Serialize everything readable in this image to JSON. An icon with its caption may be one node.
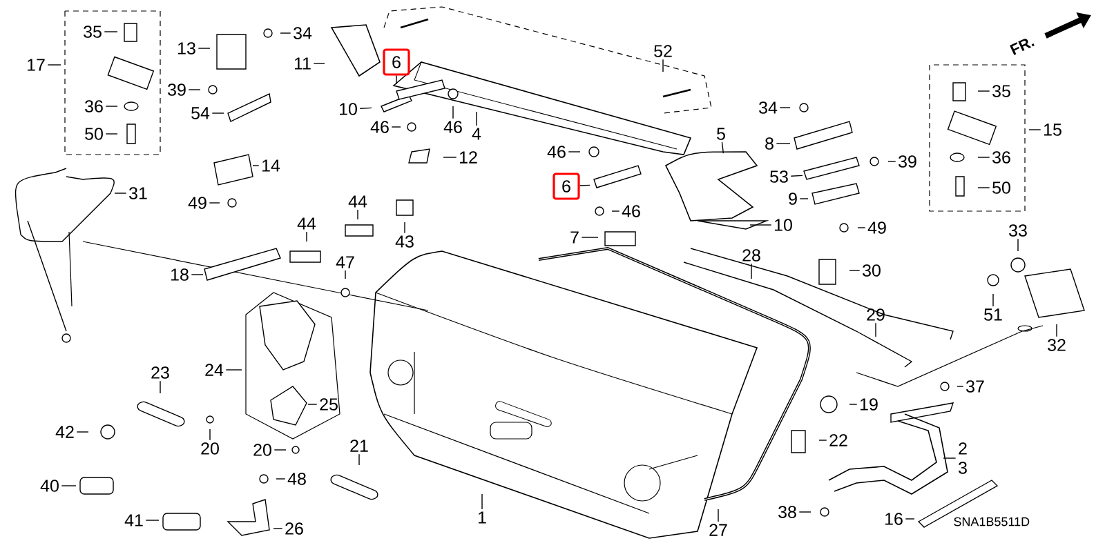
{
  "diagram": {
    "nodes": [
      {
        "text": [
          "35"
        ]
      },
      {
        "text": [
          "13"
        ]
      },
      {
        "text": [
          "34"
        ]
      },
      {
        "text": [
          "6"
        ]
      },
      {
        "text": [
          "11"
        ]
      },
      {
        "text": [
          "52"
        ]
      },
      {
        "text": [
          "17"
        ]
      },
      {
        "text": [
          "39"
        ]
      },
      {
        "text": [
          "36"
        ]
      },
      {
        "text": [
          "10"
        ]
      },
      {
        "text": [
          "54"
        ]
      },
      {
        "text": [
          "50"
        ]
      },
      {
        "text": [
          "46"
        ]
      },
      {
        "text": [
          "46"
        ]
      },
      {
        "text": [
          "4"
        ]
      },
      {
        "text": [
          "34"
        ]
      },
      {
        "text": [
          "35"
        ]
      },
      {
        "text": [
          "15"
        ]
      },
      {
        "text": [
          "5"
        ]
      },
      {
        "text": [
          "8"
        ]
      },
      {
        "text": [
          "46"
        ]
      },
      {
        "text": [
          "12"
        ]
      },
      {
        "text": [
          "36"
        ]
      },
      {
        "text": [
          "39"
        ]
      },
      {
        "text": [
          "14"
        ]
      },
      {
        "text": [
          "53"
        ]
      },
      {
        "text": [
          "6"
        ]
      },
      {
        "text": [
          "50"
        ]
      },
      {
        "text": [
          "31"
        ]
      },
      {
        "text": [
          "9"
        ]
      },
      {
        "text": [
          "44"
        ]
      },
      {
        "text": [
          "49"
        ]
      },
      {
        "text": [
          "46"
        ]
      },
      {
        "text": [
          "44"
        ]
      },
      {
        "text": [
          "10"
        ]
      },
      {
        "text": [
          "49"
        ]
      },
      {
        "text": [
          "33"
        ]
      },
      {
        "text": [
          "7"
        ]
      },
      {
        "text": [
          "43"
        ]
      },
      {
        "text": [
          "28"
        ]
      },
      {
        "text": [
          "47"
        ]
      },
      {
        "text": [
          "30"
        ]
      },
      {
        "text": [
          "18"
        ]
      },
      {
        "text": [
          "51"
        ]
      },
      {
        "text": [
          "29"
        ]
      },
      {
        "text": [
          "32"
        ]
      },
      {
        "text": [
          "24"
        ]
      },
      {
        "text": [
          "23"
        ]
      },
      {
        "text": [
          "37"
        ]
      },
      {
        "text": [
          "19"
        ]
      },
      {
        "text": [
          "25"
        ]
      },
      {
        "text": [
          "42"
        ]
      },
      {
        "text": [
          "22"
        ]
      },
      {
        "text": [
          "21"
        ]
      },
      {
        "text": [
          "20"
        ]
      },
      {
        "text": [
          "20"
        ]
      },
      {
        "text": [
          "2",
          "3"
        ]
      },
      {
        "text": [
          "48"
        ]
      },
      {
        "text": [
          "40"
        ]
      },
      {
        "text": [
          "1"
        ]
      },
      {
        "text": [
          "38"
        ]
      },
      {
        "text": [
          "16"
        ]
      },
      {
        "text": [
          "41"
        ]
      },
      {
        "text": [
          "26"
        ]
      },
      {
        "text": [
          "27"
        ]
      }
    ],
    "edges": [
      {
        "from": 0,
        "to": null,
        "arrow": "none"
      },
      {
        "from": 1,
        "to": null,
        "arrow": "none"
      },
      {
        "from": 2,
        "to": null,
        "arrow": "none"
      },
      {
        "from": 3,
        "to": null,
        "arrow": "none"
      },
      {
        "from": 4,
        "to": null,
        "arrow": "none"
      },
      {
        "from": 5,
        "to": null,
        "arrow": "none"
      },
      {
        "from": 6,
        "to": null,
        "arrow": "none"
      },
      {
        "from": 7,
        "to": null,
        "arrow": "none"
      },
      {
        "from": 8,
        "to": null,
        "arrow": "none"
      },
      {
        "from": 9,
        "to": null,
        "arrow": "none"
      },
      {
        "from": 10,
        "to": null,
        "arrow": "none"
      },
      {
        "from": 11,
        "to": null,
        "arrow": "none"
      },
      {
        "from": 12,
        "to": null,
        "arrow": "none"
      },
      {
        "from": 13,
        "to": null,
        "arrow": "none"
      },
      {
        "from": 14,
        "to": null,
        "arrow": "none"
      },
      {
        "from": 15,
        "to": null,
        "arrow": "none"
      },
      {
        "from": 16,
        "to": null,
        "arrow": "none"
      },
      {
        "from": 17,
        "to": null,
        "arrow": "none"
      },
      {
        "from": 18,
        "to": null,
        "arrow": "none"
      },
      {
        "from": 19,
        "to": null,
        "arrow": "none"
      },
      {
        "from": 20,
        "to": null,
        "arrow": "none"
      },
      {
        "from": 21,
        "to": null,
        "arrow": "none"
      },
      {
        "from": 22,
        "to": null,
        "arrow": "none"
      },
      {
        "from": 23,
        "to": null,
        "arrow": "none"
      },
      {
        "from": 24,
        "to": null,
        "arrow": "none"
      },
      {
        "from": 25,
        "to": null,
        "arrow": "none"
      },
      {
        "from": 26,
        "to": null,
        "arrow": "none"
      },
      {
        "from": 27,
        "to": null,
        "arrow": "none"
      },
      {
        "from": 28,
        "to": null,
        "arrow": "none"
      },
      {
        "from": 29,
        "to": null,
        "arrow": "none"
      },
      {
        "from": 30,
        "to": null,
        "arrow": "none"
      },
      {
        "from": 31,
        "to": null,
        "arrow": "none"
      },
      {
        "from": 32,
        "to": null,
        "arrow": "none"
      },
      {
        "from": 33,
        "to": null,
        "arrow": "none"
      },
      {
        "from": 34,
        "to": null,
        "arrow": "none"
      },
      {
        "from": 35,
        "to": null,
        "arrow": "none"
      },
      {
        "from": 36,
        "to": null,
        "arrow": "none"
      },
      {
        "from": 37,
        "to": null,
        "arrow": "none"
      },
      {
        "from": 38,
        "to": null,
        "arrow": "none"
      },
      {
        "from": 39,
        "to": null,
        "arrow": "none"
      },
      {
        "from": 40,
        "to": null,
        "arrow": "none"
      },
      {
        "from": 41,
        "to": null,
        "arrow": "none"
      },
      {
        "from": 42,
        "to": null,
        "arrow": "none"
      },
      {
        "from": 43,
        "to": null,
        "arrow": "none"
      },
      {
        "from": 44,
        "to": null,
        "arrow": "none"
      },
      {
        "from": 45,
        "to": null,
        "arrow": "none"
      },
      {
        "from": 46,
        "to": null,
        "arrow": "none"
      },
      {
        "from": 47,
        "to": null,
        "arrow": "none"
      },
      {
        "from": 48,
        "to": null,
        "arrow": "none"
      },
      {
        "from": 49,
        "to": null,
        "arrow": "none"
      },
      {
        "from": 50,
        "to": null,
        "arrow": "none"
      },
      {
        "from": 51,
        "to": null,
        "arrow": "none"
      },
      {
        "from": 52,
        "to": null,
        "arrow": "none"
      },
      {
        "from": 53,
        "to": null,
        "arrow": "none"
      },
      {
        "from": 54,
        "to": null,
        "arrow": "none"
      },
      {
        "from": 55,
        "to": null,
        "arrow": "none"
      },
      {
        "from": 56,
        "to": null,
        "arrow": "none"
      },
      {
        "from": 57,
        "to": null,
        "arrow": "none"
      },
      {
        "from": 58,
        "to": null,
        "arrow": "none"
      },
      {
        "from": 59,
        "to": null,
        "arrow": "none"
      },
      {
        "from": 60,
        "to": null,
        "arrow": "none"
      },
      {
        "from": 61,
        "to": null,
        "arrow": "none"
      },
      {
        "from": 62,
        "to": null,
        "arrow": "none"
      },
      {
        "from": 63,
        "to": null,
        "arrow": "none"
      },
      {
        "from": 64,
        "to": null,
        "arrow": "none"
      }
    ],
    "labels": [
      "FR.",
      "SNA1B5511D"
    ]
  }
}
